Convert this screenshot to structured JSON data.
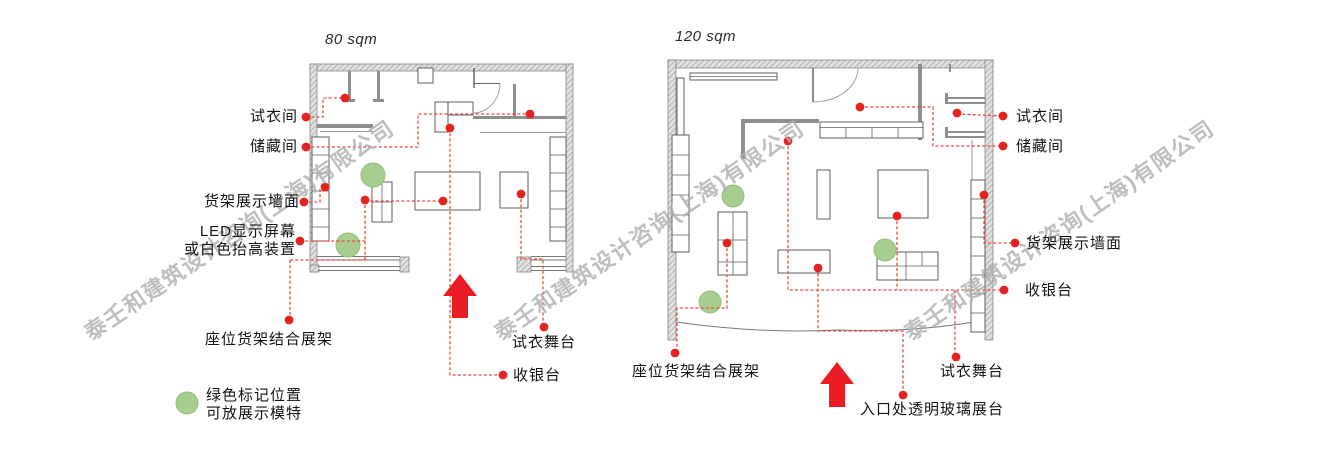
{
  "watermark": {
    "text": "泰壬和建筑设计咨询(上海)有限公司"
  },
  "plan_80": {
    "title": "80 sqm",
    "labels": {
      "fitting_room": "试衣间",
      "storage_room": "储藏间",
      "shelf_display_wall": "货架展示墙面",
      "led_screen_line1": "LED显示屏幕",
      "led_screen_line2": "或白色抬高装置",
      "seat_shelf_display": "座位货架结合展架",
      "fitting_stage": "试衣舞台",
      "cashier": "收银台"
    }
  },
  "plan_120": {
    "title": "120 sqm",
    "labels": {
      "fitting_room": "试衣间",
      "storage_room": "储藏间",
      "shelf_display_wall": "货架展示墙面",
      "cashier": "收银台",
      "seat_shelf_display": "座位货架结合展架",
      "fitting_stage": "试衣舞台",
      "entrance_glass_display": "入口处透明玻璃展台"
    }
  },
  "legend": {
    "line1": "绿色标记位置",
    "line2": "可放展示模特"
  },
  "colors": {
    "marker_red": "#e42320",
    "leader_red": "#f0473d",
    "marker_green": "#a8ce8f",
    "watermark_gray": "#aeaeae"
  }
}
